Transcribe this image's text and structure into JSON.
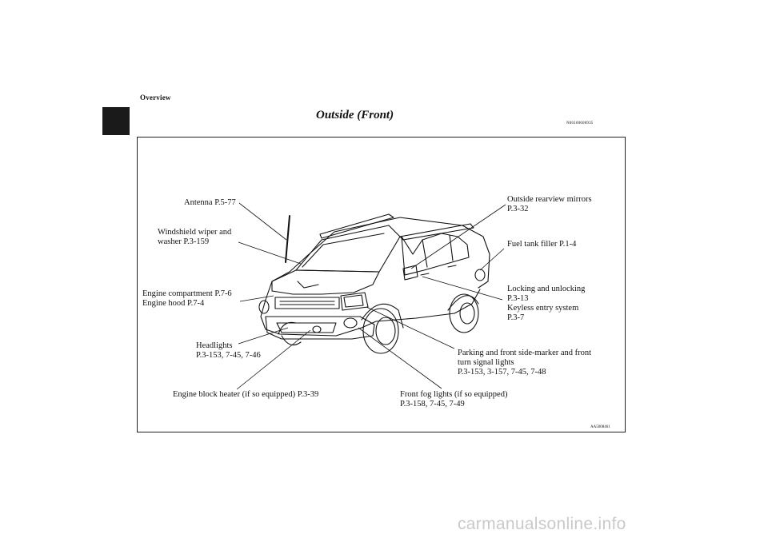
{
  "header": {
    "section": "Overview",
    "title": "Outside (Front)",
    "code": "N00100600935"
  },
  "figure": {
    "code": "AA5008461",
    "labels": {
      "antenna": "Antenna P.5-77",
      "wiper": "Windshield wiper and\nwasher P.3-159",
      "engine_compartment": "Engine compartment P.7-6\nEngine hood P.7-4",
      "headlights": "Headlights\nP.3-153, 7-45, 7-46",
      "block_heater": "Engine block heater (if so equipped) P.3-39",
      "fog_lights": "Front fog lights (if so equipped)\nP.3-158, 7-45, 7-49",
      "parking_lights": "Parking and front side-marker and front\nturn signal lights\nP.3-153, 3-157, 7-45, 7-48",
      "locking": "Locking and unlocking\nP.3-13\nKeyless entry system\nP.3-7",
      "fuel": "Fuel tank filler P.1-4",
      "mirrors": "Outside rearview mirrors\nP.3-32"
    }
  },
  "watermark": "carmanualsonline.info"
}
